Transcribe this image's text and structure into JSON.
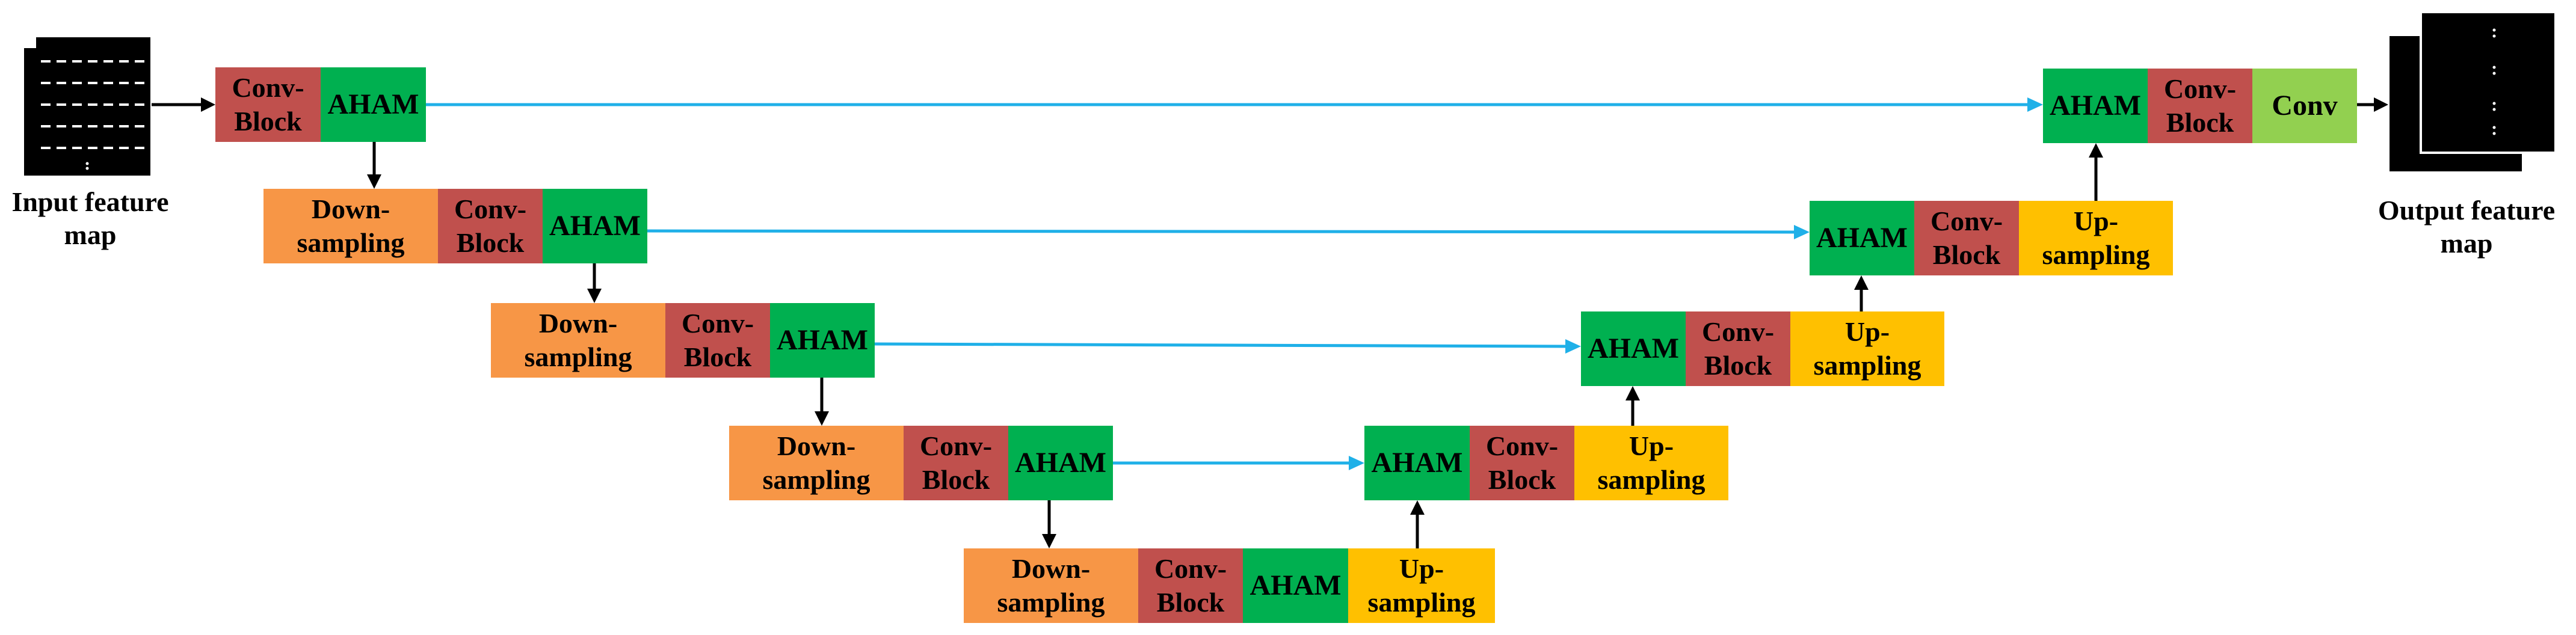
{
  "labels": {
    "input": "Input feature map",
    "output": "Output feature map"
  },
  "blocks": {
    "conv_block": [
      "Conv-",
      "Block"
    ],
    "aham": "AHAM",
    "downsampling": [
      "Down-",
      "sampling"
    ],
    "upsampling": [
      "Up-",
      "sampling"
    ],
    "conv": "Conv"
  },
  "colors": {
    "conv_block": "#c0504d",
    "aham": "#00b050",
    "downsampling": "#f79646",
    "upsampling": "#ffc000",
    "conv": "#92d050",
    "skip_arrow": "#1fb0e8",
    "flow_arrow": "#000000"
  }
}
